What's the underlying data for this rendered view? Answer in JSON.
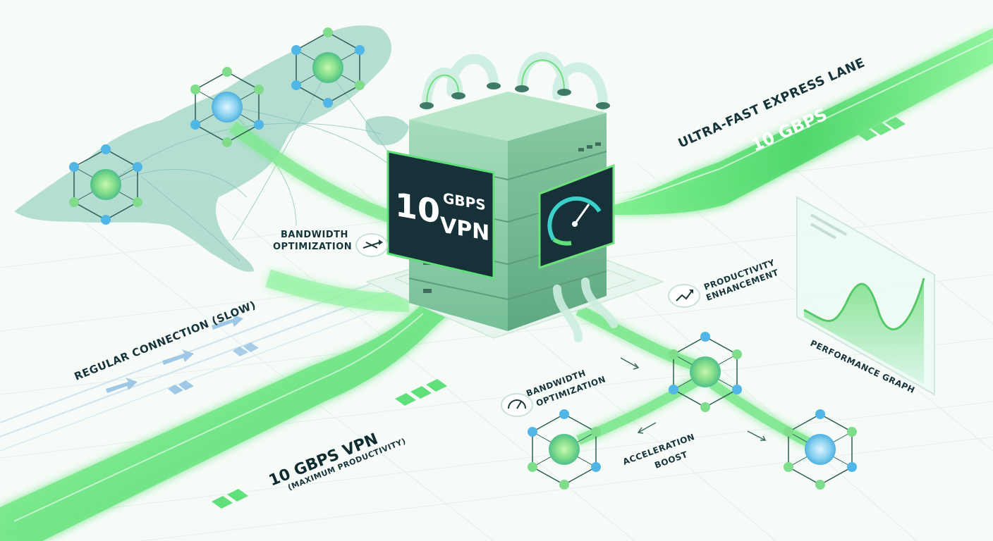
{
  "server": {
    "panel_line1": "10",
    "panel_line2": "GBPS",
    "panel_line3": "VPN"
  },
  "labels": {
    "express_lane": "ULTRA-FAST EXPRESS LANE",
    "express_speed": "10 GBPS",
    "bandwidth_top_line1": "BANDWIDTH",
    "bandwidth_top_line2": "OPTIMIZATION",
    "productivity_line1": "PRODUCTIVITY",
    "productivity_line2": "ENHANCEMENT",
    "regular": "REGULAR CONNECTION (SLOW)",
    "vpn_main": "10 GBPS VPN",
    "vpn_sub": "(MAXIMUM PRODUCTIVITY)",
    "bandwidth_bottom_line1": "BANDWIDTH",
    "bandwidth_bottom_line2": "OPTIMIZATION",
    "acceleration_line1": "ACCELERATION",
    "acceleration_line2": "BOOST",
    "performance_graph": "PERFORMANCE GRAPH"
  },
  "icons": [
    "gauge-icon",
    "trend-up-icon",
    "bandwidth-icon",
    "speedometer-icon"
  ],
  "colors": {
    "accent_green": "#5fe07a",
    "server_body": "#8fd0a8",
    "panel_dark": "#163238",
    "node_blue": "#4fb6e6",
    "map_teal": "#a9d8cc"
  }
}
